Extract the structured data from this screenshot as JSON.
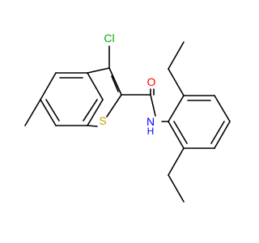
{
  "molecule": {
    "atoms": [
      {
        "id": "Cl",
        "text": "Cl",
        "color": "#00b000"
      },
      {
        "id": "O",
        "text": "O",
        "color": "#ff0000"
      },
      {
        "id": "S",
        "text": "S",
        "color": "#c8a000"
      },
      {
        "id": "N",
        "text": "N",
        "color": "#0000ff"
      },
      {
        "id": "H",
        "text": "H",
        "color": "#0000ff"
      }
    ]
  }
}
